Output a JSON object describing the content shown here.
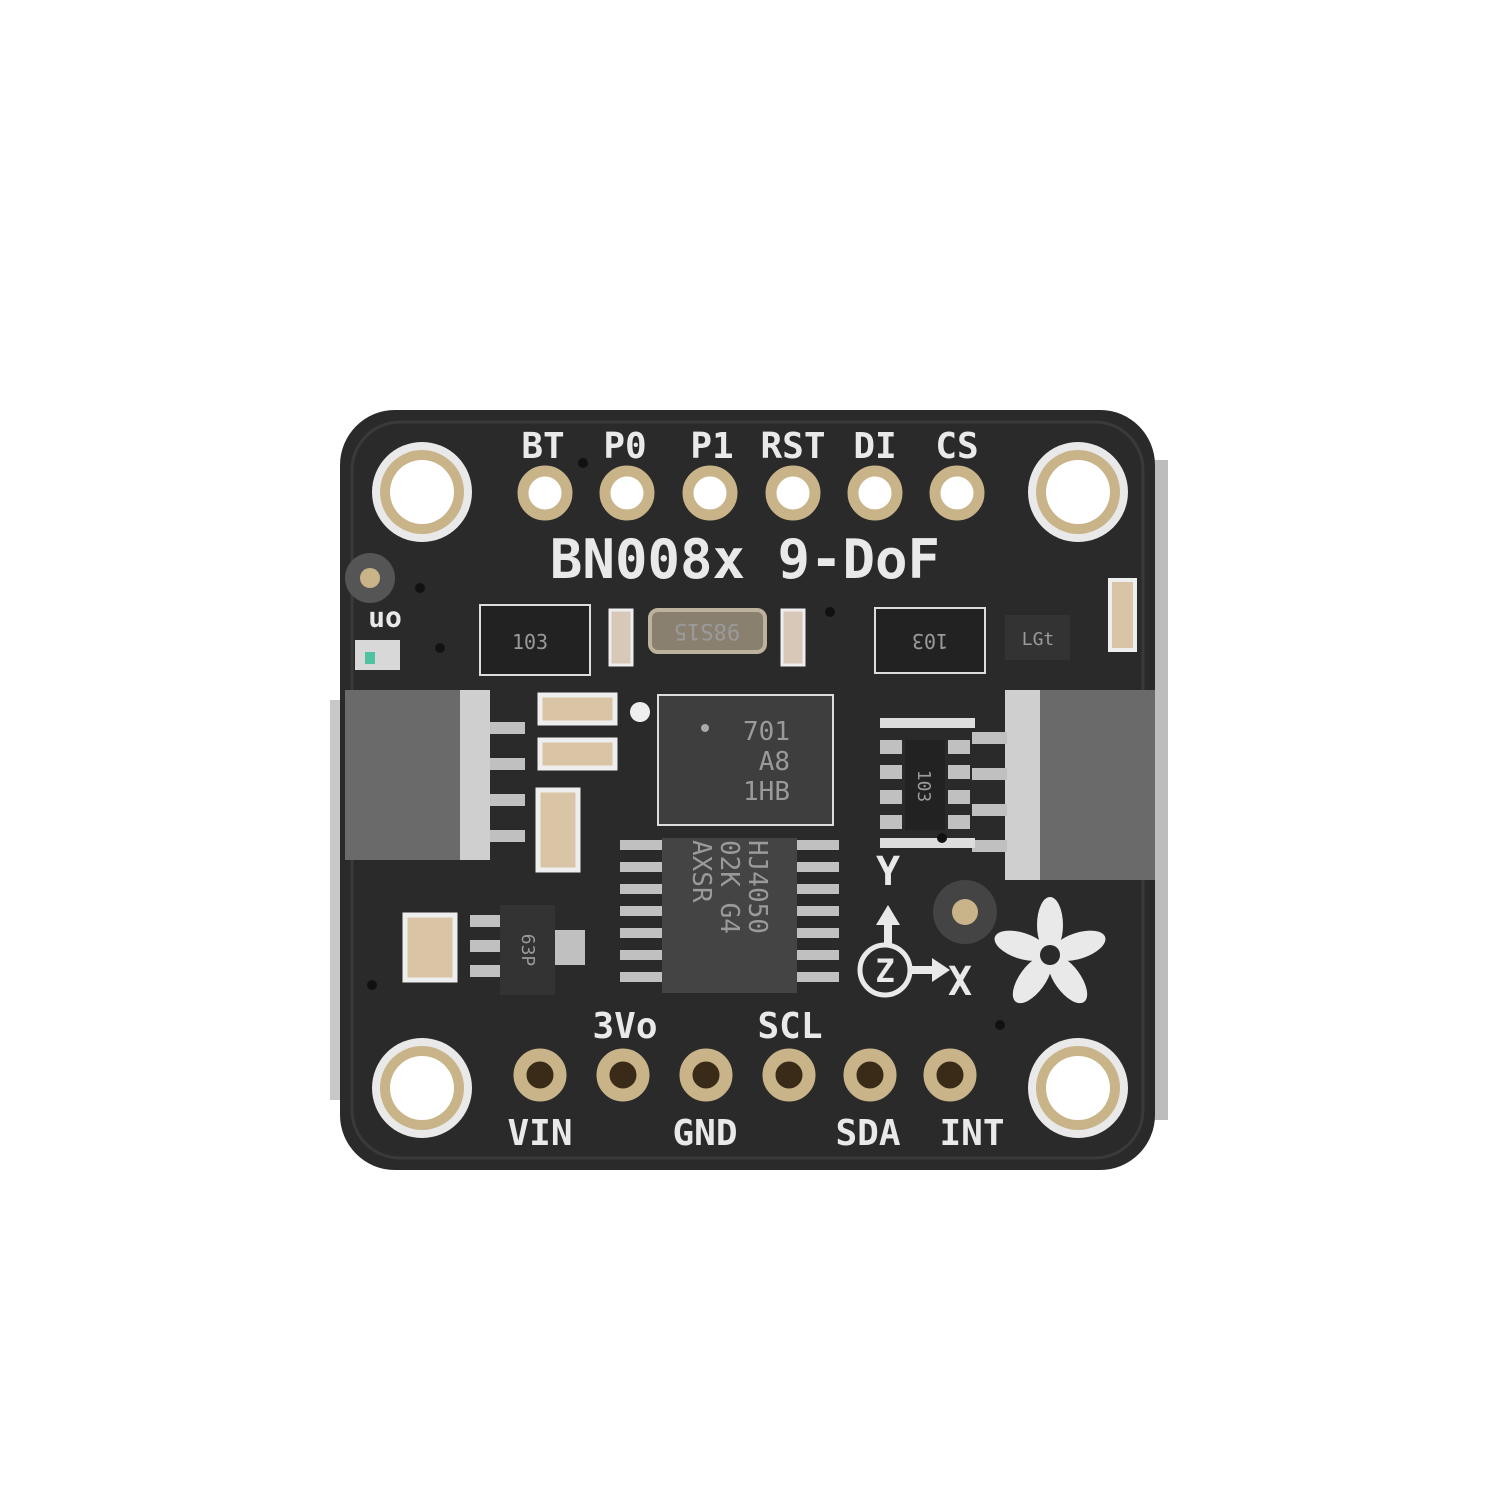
{
  "board": {
    "title": "BN008x 9-DoF",
    "top_pins": [
      "BT",
      "P0",
      "P1",
      "RST",
      "DI",
      "CS"
    ],
    "bottom_labels_upper": [
      "3Vo",
      "SCL"
    ],
    "bottom_labels_lower": [
      "VIN",
      "GND",
      "SDA",
      "INT"
    ],
    "led_label": "on",
    "axes": {
      "y": "Y",
      "x": "X",
      "z": "Z"
    },
    "colors": {
      "pcb": "#2a2a2a",
      "gold": "#c9b48a",
      "silk": "#e9e9e9"
    }
  },
  "components": {
    "resnet_left": "103",
    "crystal": "98S15",
    "resnet_right": "103",
    "small_ic": "LGt",
    "sensor_chip": [
      "701",
      "A8",
      "1HB"
    ],
    "level_shifter": [
      "HJ4050",
      "02K G4",
      "AXSR"
    ],
    "regulator": "63P",
    "resnet_mid": "103"
  }
}
